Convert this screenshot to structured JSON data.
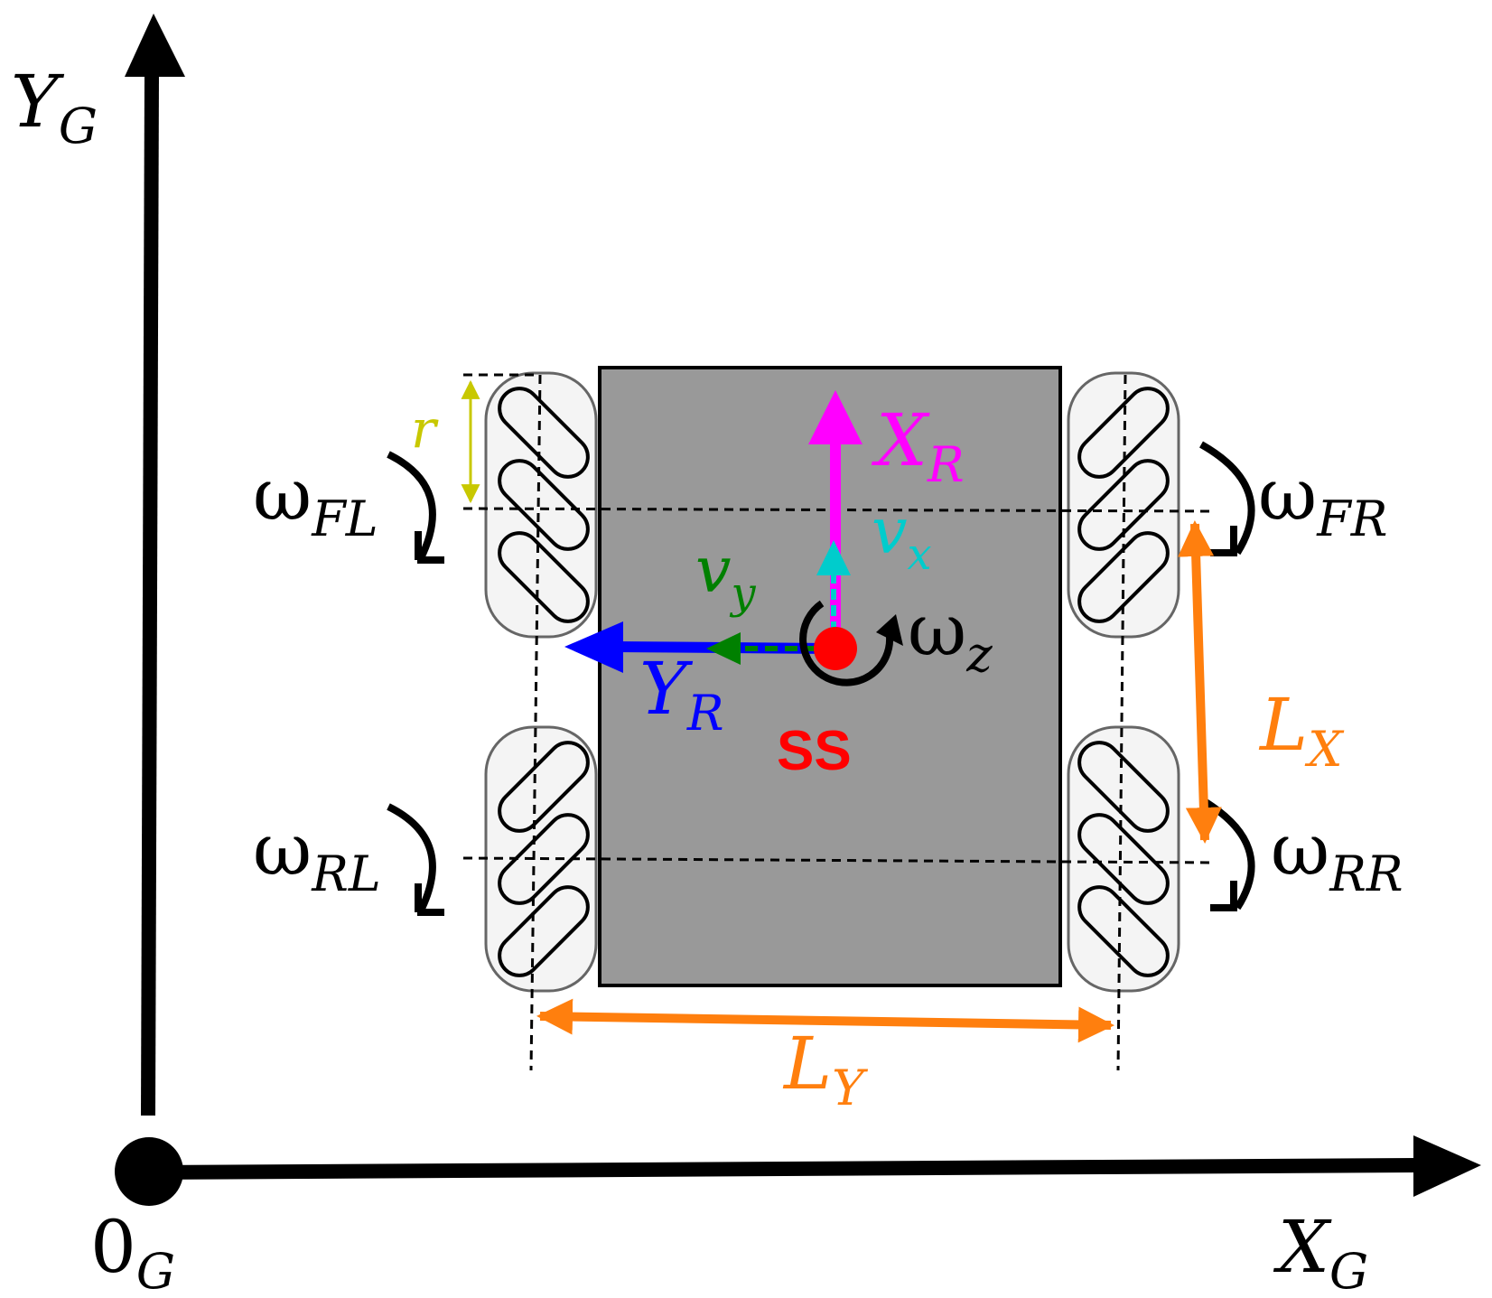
{
  "axes": {
    "y_global": {
      "main": "Y",
      "sub": "G"
    },
    "x_global": {
      "main": "X",
      "sub": "G"
    },
    "origin": {
      "main": "0",
      "sub": "G"
    }
  },
  "robot": {
    "x_axis": {
      "main": "X",
      "sub": "R"
    },
    "y_axis": {
      "main": "Y",
      "sub": "R"
    },
    "vx": {
      "main": "v",
      "sub": "x"
    },
    "vy": {
      "main": "v",
      "sub": "y"
    },
    "wz": {
      "main": "ω",
      "sub": "z"
    },
    "center_text": "SS"
  },
  "wheels": {
    "fl": {
      "main": "ω",
      "sub": "FL"
    },
    "fr": {
      "main": "ω",
      "sub": "FR"
    },
    "rl": {
      "main": "ω",
      "sub": "RL"
    },
    "rr": {
      "main": "ω",
      "sub": "RR"
    }
  },
  "dimensions": {
    "lx": {
      "main": "L",
      "sub": "X"
    },
    "ly": {
      "main": "L",
      "sub": "Y"
    },
    "r": {
      "main": "r"
    }
  },
  "colors": {
    "black": "#000000",
    "body": "#999999",
    "wheel_fill": "#f4f4f4",
    "wheel_stroke": "#666666",
    "magenta": "#ff00ff",
    "blue": "#0000ff",
    "green": "#008000",
    "cyan": "#00cccc",
    "red": "#ff0000",
    "orange": "#ff7f0e",
    "yellow": "#c8c800"
  }
}
